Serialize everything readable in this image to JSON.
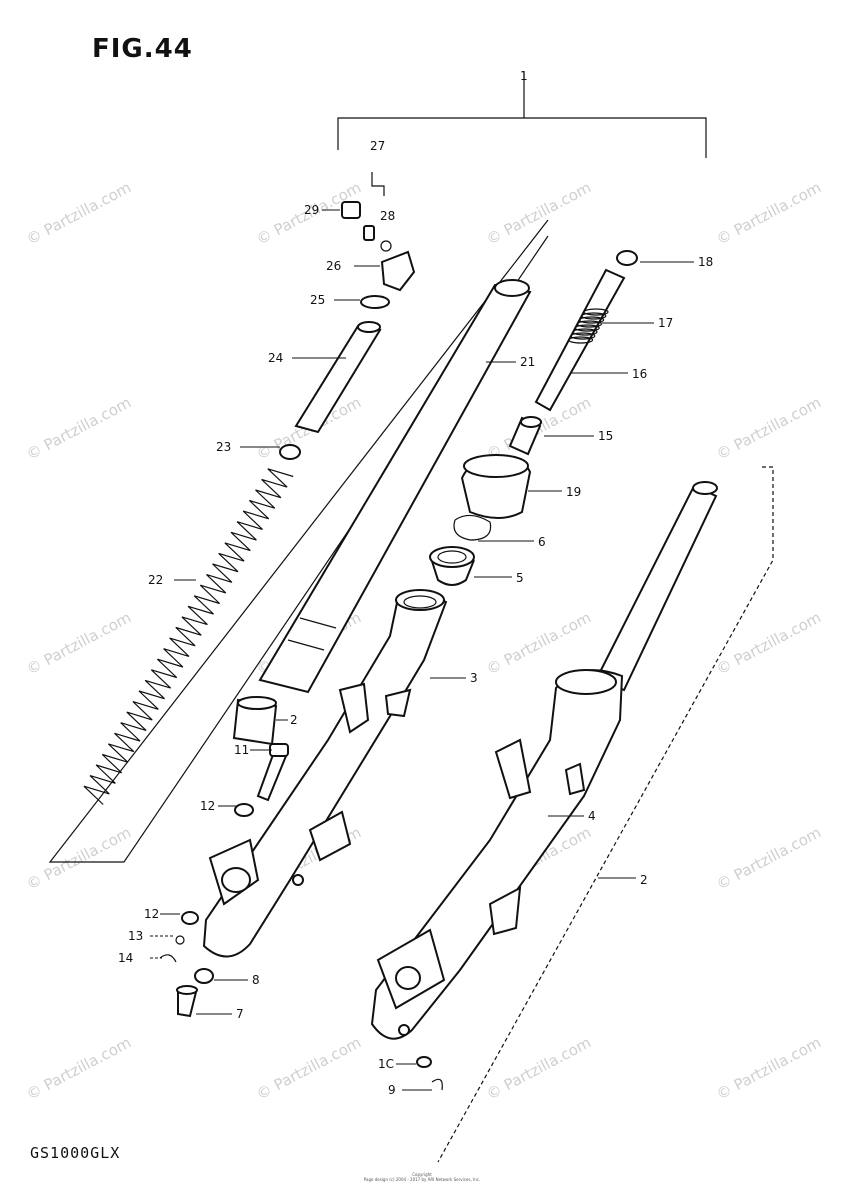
{
  "figure": {
    "title": "FIG.44",
    "model": "GS1000GLX",
    "copyright_line1": "Copyright",
    "copyright_line2": "Page design (c) 2004 - 2017 by ARI Network Services, Inc.",
    "watermark": "© Partzilla.com"
  },
  "callouts": [
    {
      "id": "c1",
      "text": "1"
    },
    {
      "id": "c2a",
      "text": "2"
    },
    {
      "id": "c2b",
      "text": "2"
    },
    {
      "id": "c3",
      "text": "3"
    },
    {
      "id": "c4",
      "text": "4"
    },
    {
      "id": "c5",
      "text": "5"
    },
    {
      "id": "c6",
      "text": "6"
    },
    {
      "id": "c7",
      "text": "7"
    },
    {
      "id": "c8",
      "text": "8"
    },
    {
      "id": "c9",
      "text": "9"
    },
    {
      "id": "c10",
      "text": "1C"
    },
    {
      "id": "c11",
      "text": "11"
    },
    {
      "id": "c12a",
      "text": "12"
    },
    {
      "id": "c12b",
      "text": "12"
    },
    {
      "id": "c13",
      "text": "13"
    },
    {
      "id": "c14",
      "text": "14"
    },
    {
      "id": "c15",
      "text": "15"
    },
    {
      "id": "c16",
      "text": "16"
    },
    {
      "id": "c17",
      "text": "17"
    },
    {
      "id": "c18",
      "text": "18"
    },
    {
      "id": "c19",
      "text": "19"
    },
    {
      "id": "c21",
      "text": "21"
    },
    {
      "id": "c22",
      "text": "22"
    },
    {
      "id": "c23",
      "text": "23"
    },
    {
      "id": "c24",
      "text": "24"
    },
    {
      "id": "c25",
      "text": "25"
    },
    {
      "id": "c26",
      "text": "26"
    },
    {
      "id": "c27",
      "text": "27"
    },
    {
      "id": "c28",
      "text": "28"
    },
    {
      "id": "c29",
      "text": "29"
    }
  ]
}
